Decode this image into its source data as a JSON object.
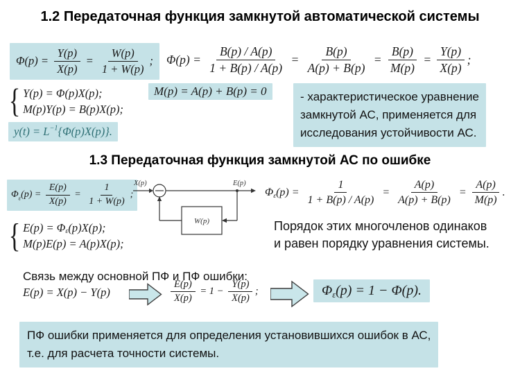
{
  "colors": {
    "highlight": "#c5e2e7",
    "arrow_fill": "#c9e6ea",
    "teal": "#2e6f74",
    "ink": "#1a1a1a"
  },
  "titles": {
    "s12": "1.2 Передаточная функция замкнутой автоматической системы",
    "s13": "1.3 Передаточная функция замкнутой АС по ошибке"
  },
  "misc": {
    "brace": "{"
  },
  "texts": {
    "char_eq": [
      "- характеристическое уравнение",
      "замкнутой АС, применяется для",
      "исследования устойчивости АС."
    ],
    "order": [
      "Порядок этих многочленов одинаков",
      "и равен порядку уравнения системы."
    ],
    "relation_label": "Связь между основной ПФ и ПФ ошибки:",
    "bottom_note": [
      "ПФ ошибки применяется для определения установившихся ошибок в АС,",
      "т.е. для расчета точности системы."
    ]
  },
  "diagram": {
    "input": "X(p)",
    "output": "E(p)",
    "block": "W(p)"
  },
  "formulas": {
    "phi_main": [
      {
        "v": "Φ(p) = "
      },
      {
        "k": "frac",
        "n": [
          {
            "v": "Y(p)"
          }
        ],
        "d": [
          {
            "v": "X(p)"
          }
        ]
      },
      {
        "v": " = "
      },
      {
        "k": "frac",
        "n": [
          {
            "v": "W(p)"
          }
        ],
        "d": [
          {
            "v": "1 + W(p)"
          }
        ]
      },
      {
        "v": ";"
      }
    ],
    "phi_expanded": [
      {
        "v": "Φ(p) = "
      },
      {
        "k": "frac",
        "n": [
          {
            "v": "B(p) / A(p)"
          }
        ],
        "d": [
          {
            "v": "1 + B(p) / A(p)"
          }
        ]
      },
      {
        "v": " = "
      },
      {
        "k": "frac",
        "n": [
          {
            "v": "B(p)"
          }
        ],
        "d": [
          {
            "v": "A(p) + B(p)"
          }
        ]
      },
      {
        "v": " = "
      },
      {
        "k": "frac",
        "n": [
          {
            "v": "B(p)"
          }
        ],
        "d": [
          {
            "v": "M(p)"
          }
        ]
      },
      {
        "v": " = "
      },
      {
        "k": "frac",
        "n": [
          {
            "v": "Y(p)"
          }
        ],
        "d": [
          {
            "v": "X(p)"
          }
        ]
      },
      {
        "v": ";"
      }
    ],
    "sys1_line1": [
      {
        "v": "Y(p) = Φ(p)X(p);"
      }
    ],
    "sys1_line2": [
      {
        "v": "M(p)Y(p) = B(p)X(p);"
      }
    ],
    "m_eq": [
      {
        "v": "M(p) = A(p) + B(p) = 0"
      }
    ],
    "y_t": [
      {
        "v": "y(t) = L"
      },
      {
        "v": "−1",
        "k": "sup"
      },
      {
        "v": "{Φ(p)X(p)}."
      }
    ],
    "phi_err": [
      {
        "v": "Φ"
      },
      {
        "v": "ε",
        "k": "sub"
      },
      {
        "v": "(p) = "
      },
      {
        "k": "frac",
        "n": [
          {
            "v": "E(p)"
          }
        ],
        "d": [
          {
            "v": "X(p)"
          }
        ]
      },
      {
        "v": " = "
      },
      {
        "k": "frac",
        "n": [
          {
            "v": "1"
          }
        ],
        "d": [
          {
            "v": "1 + W(p)"
          }
        ]
      },
      {
        "v": ";"
      }
    ],
    "phi_err_expanded": [
      {
        "v": "Φ"
      },
      {
        "v": "ε",
        "k": "sub"
      },
      {
        "v": "(p) = "
      },
      {
        "k": "frac",
        "n": [
          {
            "v": "1"
          }
        ],
        "d": [
          {
            "v": "1 + B(p) / A(p)"
          }
        ]
      },
      {
        "v": " = "
      },
      {
        "k": "frac",
        "n": [
          {
            "v": "A(p)"
          }
        ],
        "d": [
          {
            "v": "A(p) + B(p)"
          }
        ]
      },
      {
        "v": " = "
      },
      {
        "k": "frac",
        "n": [
          {
            "v": "A(p)"
          }
        ],
        "d": [
          {
            "v": "M(p)"
          }
        ]
      },
      {
        "v": "."
      }
    ],
    "sys2_line1": [
      {
        "v": "E(p) = Φ"
      },
      {
        "v": "ε",
        "k": "sub"
      },
      {
        "v": "(p)X(p);"
      }
    ],
    "sys2_line2": [
      {
        "v": "M(p)E(p) = A(p)X(p);"
      }
    ],
    "err_def": [
      {
        "v": "E(p) = X(p) − Y(p)"
      }
    ],
    "err_ratio": [
      {
        "k": "frac",
        "n": [
          {
            "v": "E(p)"
          }
        ],
        "d": [
          {
            "v": "X(p)"
          }
        ]
      },
      {
        "v": " = 1 − "
      },
      {
        "k": "frac",
        "n": [
          {
            "v": "Y(p)"
          }
        ],
        "d": [
          {
            "v": "X(p)"
          }
        ]
      },
      {
        "v": ";"
      }
    ],
    "phi_relation": [
      {
        "v": "Φ"
      },
      {
        "v": "ε",
        "k": "sub"
      },
      {
        "v": "(p) = 1 − Φ(p)."
      }
    ]
  }
}
